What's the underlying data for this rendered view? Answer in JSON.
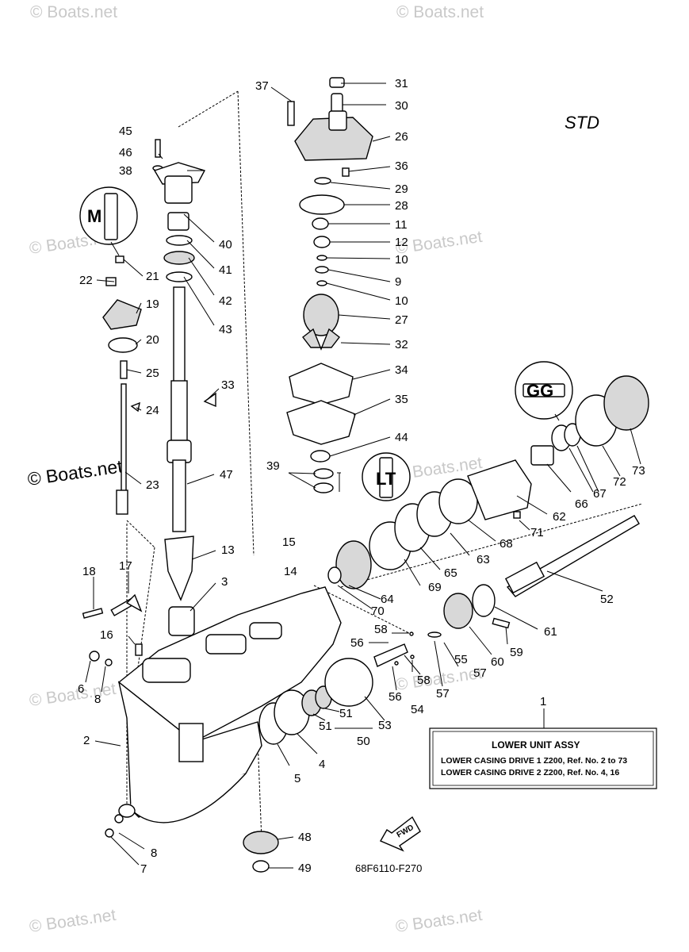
{
  "watermarks": [
    "© Boats.net",
    "© Boats.net",
    "© Boats.net",
    "© Boats.net",
    "© Boats.net",
    "© Boats.net",
    "© Boats.net",
    "© Boats.net",
    "© Boats.net"
  ],
  "main_watermark": "© Boats.net",
  "variant_label": "STD",
  "figure_code": "68F6110-F270",
  "fwd_label": "FWD",
  "symbol_m": "M",
  "symbol_gg": "GG",
  "symbol_lt": "LT",
  "info_box": {
    "title": "LOWER UNIT ASSY",
    "line1": "LOWER CASING DRIVE 1 Z200,   Ref. No. 2 to 73",
    "line2": "LOWER CASING DRIVE 2 Z200,   Ref. No. 4, 16"
  },
  "callouts": [
    "31",
    "30",
    "26",
    "36",
    "29",
    "28",
    "11",
    "12",
    "10",
    "9",
    "10",
    "27",
    "32",
    "34",
    "35",
    "44",
    "39",
    "37",
    "45",
    "46",
    "38",
    "40",
    "41",
    "42",
    "43",
    "21",
    "22",
    "19",
    "20",
    "25",
    "24",
    "23",
    "33",
    "47",
    "13",
    "3",
    "15",
    "14",
    "18",
    "17",
    "16",
    "6",
    "8",
    "2",
    "8",
    "7",
    "48",
    "49",
    "5",
    "4",
    "51",
    "51",
    "50",
    "53",
    "54",
    "56",
    "56",
    "58",
    "58",
    "55",
    "57",
    "57",
    "59",
    "60",
    "61",
    "52",
    "70",
    "64",
    "69",
    "65",
    "63",
    "68",
    "62",
    "71",
    "66",
    "67",
    "72",
    "73",
    "1"
  ]
}
